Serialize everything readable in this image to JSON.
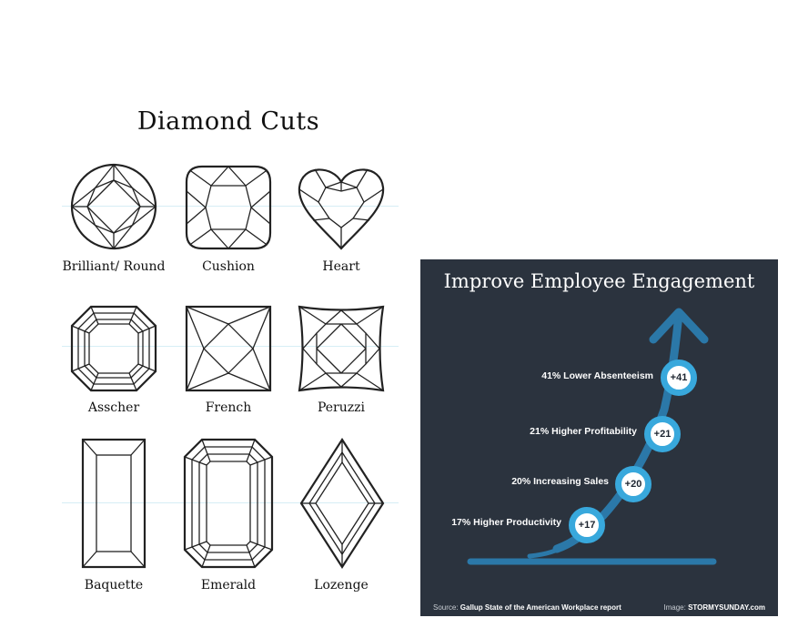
{
  "diamond_cuts": {
    "title": "Diamond Cuts",
    "cuts": [
      {
        "label": "Brilliant/ Round",
        "icon": "round-brilliant-diamond-icon"
      },
      {
        "label": "Cushion",
        "icon": "cushion-diamond-icon"
      },
      {
        "label": "Heart",
        "icon": "heart-diamond-icon"
      },
      {
        "label": "Asscher",
        "icon": "asscher-diamond-icon"
      },
      {
        "label": "French",
        "icon": "french-diamond-icon"
      },
      {
        "label": "Peruzzi",
        "icon": "peruzzi-diamond-icon"
      },
      {
        "label": "Baquette",
        "icon": "baguette-diamond-icon"
      },
      {
        "label": "Emerald",
        "icon": "emerald-diamond-icon"
      },
      {
        "label": "Lozenge",
        "icon": "lozenge-diamond-icon"
      }
    ]
  },
  "engagement": {
    "title": "Improve Employee Engagement",
    "items": [
      {
        "label": "41% Lower Absenteeism",
        "badge": "+41"
      },
      {
        "label": "21% Higher Profitability",
        "badge": "+21"
      },
      {
        "label": "20% Increasing Sales",
        "badge": "+20"
      },
      {
        "label": "17% Higher Productivity",
        "badge": "+17"
      }
    ],
    "source_prefix": "Source: ",
    "source_name": "Gallup State of the American Workplace report",
    "image_prefix": "Image: ",
    "image_name": "STORMYSUNDAY.com",
    "colors": {
      "background": "#2b333e",
      "accent": "#38a8dc",
      "arrow": "#2b78a8"
    }
  }
}
